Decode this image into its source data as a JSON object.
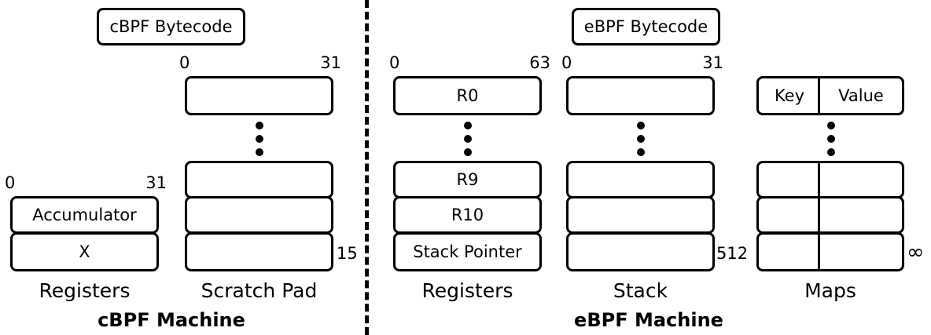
{
  "cbpf": {
    "bytecode_label": "cBPF Bytecode",
    "registers": {
      "bit_start": "0",
      "bit_end": "31",
      "rows": [
        "Accumulator",
        "X"
      ],
      "caption": "Registers"
    },
    "scratch_pad": {
      "bit_start": "0",
      "bit_end": "31",
      "last_index": "15",
      "caption": "Scratch Pad"
    },
    "machine_title": "cBPF Machine"
  },
  "ebpf": {
    "bytecode_label": "eBPF Bytecode",
    "registers": {
      "bit_start": "0",
      "bit_end": "63",
      "top": "R0",
      "rows": [
        "R9",
        "R10",
        "Stack Pointer"
      ],
      "caption": "Registers"
    },
    "stack": {
      "bit_start": "0",
      "bit_end": "31",
      "last_index": "512",
      "caption": "Stack"
    },
    "maps": {
      "key_label": "Key",
      "value_label": "Value",
      "last_index": "∞",
      "caption": "Maps"
    },
    "machine_title": "eBPF Machine"
  }
}
